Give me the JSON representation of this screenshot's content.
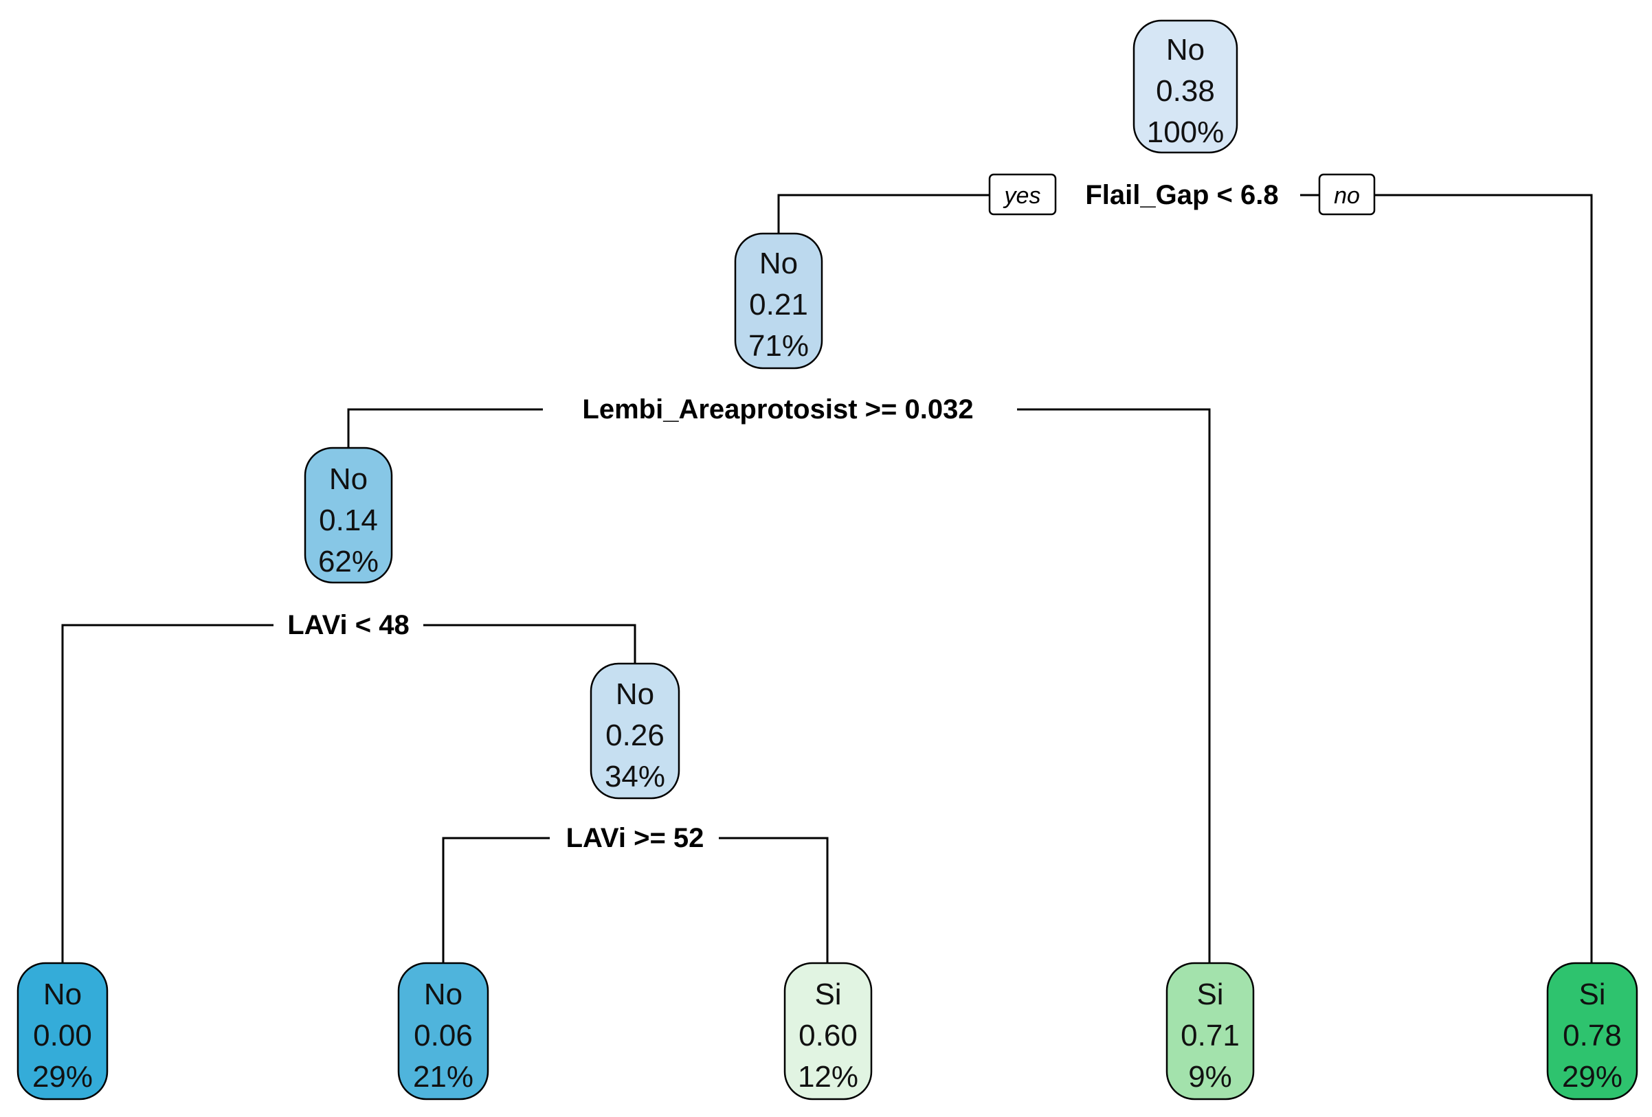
{
  "tree": {
    "nodes": [
      {
        "id": "root",
        "class": "No",
        "prob": "0.38",
        "pct": "100%",
        "color": "#d6e6f5"
      },
      {
        "id": "n2",
        "class": "No",
        "prob": "0.21",
        "pct": "71%",
        "color": "#bcd9ee"
      },
      {
        "id": "n4",
        "class": "No",
        "prob": "0.14",
        "pct": "62%",
        "color": "#87c7e6"
      },
      {
        "id": "n9",
        "class": "No",
        "prob": "0.26",
        "pct": "34%",
        "color": "#c6dff1"
      },
      {
        "id": "leaf1",
        "class": "No",
        "prob": "0.00",
        "pct": "29%",
        "color": "#34acd9"
      },
      {
        "id": "leaf2",
        "class": "No",
        "prob": "0.06",
        "pct": "21%",
        "color": "#4fb4dc"
      },
      {
        "id": "leaf3",
        "class": "Si",
        "prob": "0.60",
        "pct": "12%",
        "color": "#e1f4e2"
      },
      {
        "id": "leaf4",
        "class": "Si",
        "prob": "0.71",
        "pct": "9%",
        "color": "#a3e2ac"
      },
      {
        "id": "leaf5",
        "class": "Si",
        "prob": "0.78",
        "pct": "29%",
        "color": "#2ec36e"
      }
    ],
    "splits": [
      {
        "id": "s1",
        "label": "Flail_Gap < 6.8"
      },
      {
        "id": "s2",
        "label": "Lembi_Areaprotosist >= 0.032"
      },
      {
        "id": "s3",
        "label": "LAVi < 48"
      },
      {
        "id": "s4",
        "label": "LAVi >= 52"
      }
    ],
    "branch_labels": {
      "yes": "yes",
      "no": "no"
    }
  }
}
